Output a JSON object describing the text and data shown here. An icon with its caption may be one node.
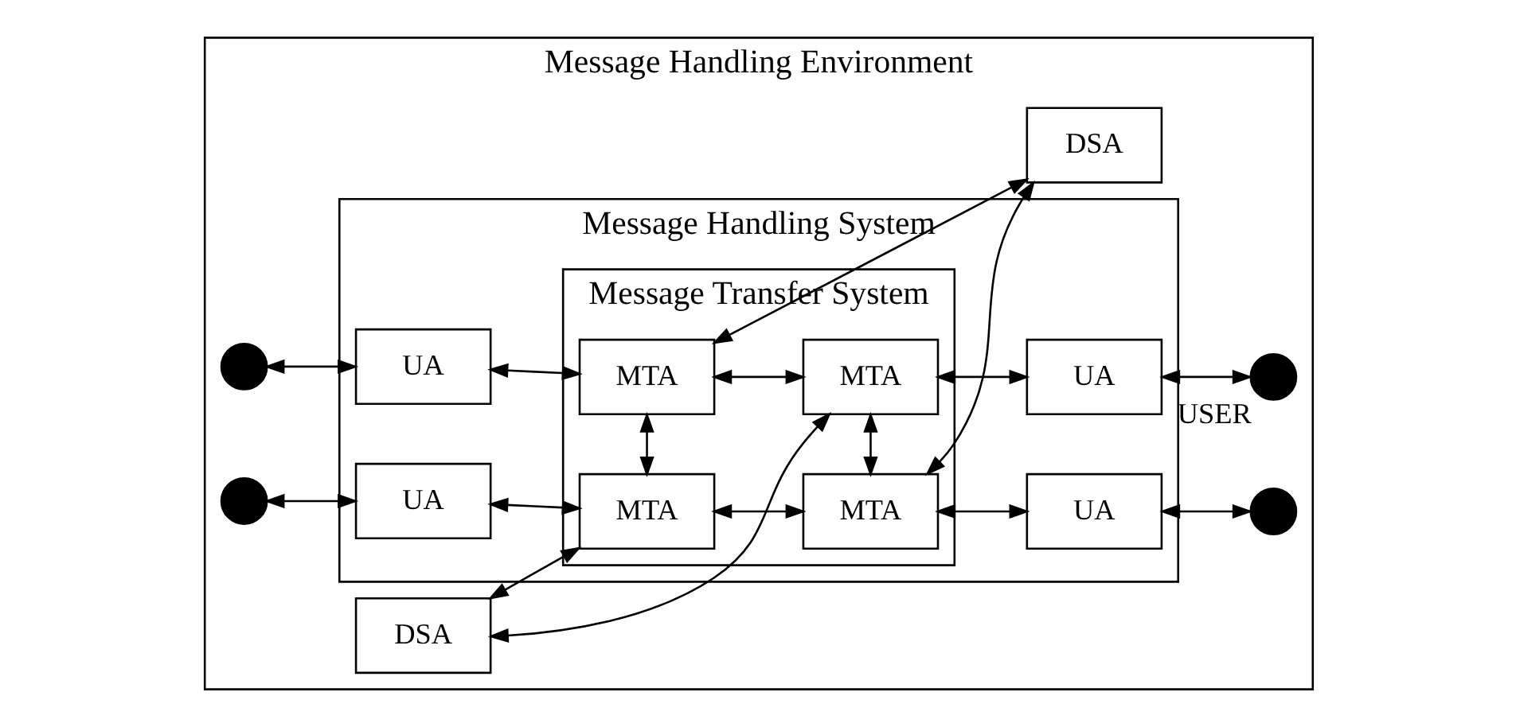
{
  "diagram": {
    "nodes": [
      {
        "text": [
          "Message Handling Environment"
        ]
      },
      {
        "text": [
          "Message Handling System"
        ],
        "in": 0
      },
      {
        "text": [
          "Message Transfer System"
        ],
        "in": 1
      },
      {
        "text": [],
        "shape": "circle",
        "in": 0
      },
      {
        "text": [
          "UA"
        ],
        "in": 1
      },
      {
        "text": [
          "MTA"
        ],
        "in": 2
      },
      {
        "text": [
          "MTA"
        ],
        "in": 2
      },
      {
        "text": [
          "UA"
        ],
        "in": 1
      },
      {
        "text": [],
        "shape": "circle",
        "in": 0,
        "beside": [
          "USER"
        ]
      },
      {
        "text": [],
        "shape": "circle",
        "in": 0
      },
      {
        "text": [
          "UA"
        ],
        "in": 1
      },
      {
        "text": [
          "MTA"
        ],
        "in": 2
      },
      {
        "text": [
          "MTA"
        ],
        "in": 2
      },
      {
        "text": [
          "UA"
        ],
        "in": 1
      },
      {
        "text": [],
        "shape": "circle",
        "in": 0
      },
      {
        "text": [
          "DSA"
        ],
        "in": 0
      },
      {
        "text": [
          "DSA"
        ],
        "in": 0
      }
    ],
    "edges": [
      {
        "from": 3,
        "to": 4,
        "arrow": "both"
      },
      {
        "from": 4,
        "to": 5,
        "arrow": "both"
      },
      {
        "from": 5,
        "to": 6,
        "arrow": "both"
      },
      {
        "from": 6,
        "to": 7,
        "arrow": "both"
      },
      {
        "from": 7,
        "to": 8,
        "arrow": "both"
      },
      {
        "from": 9,
        "to": 10,
        "arrow": "both"
      },
      {
        "from": 10,
        "to": 11,
        "arrow": "both"
      },
      {
        "from": 11,
        "to": 12,
        "arrow": "both"
      },
      {
        "from": 12,
        "to": 13,
        "arrow": "both"
      },
      {
        "from": 13,
        "to": 14,
        "arrow": "both"
      },
      {
        "from": 5,
        "to": 11,
        "arrow": "both"
      },
      {
        "from": 6,
        "to": 12,
        "arrow": "both"
      },
      {
        "from": 5,
        "to": 16,
        "arrow": "both"
      },
      {
        "from": 6,
        "to": 15,
        "arrow": "both"
      },
      {
        "from": 11,
        "to": 15,
        "arrow": "both"
      },
      {
        "from": 12,
        "to": 16,
        "arrow": "both"
      }
    ]
  }
}
